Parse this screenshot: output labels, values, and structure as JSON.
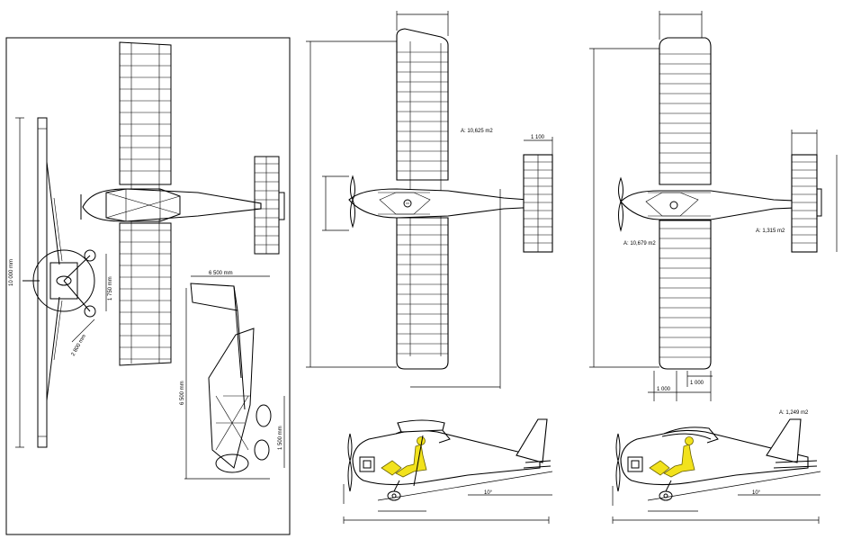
{
  "drawing_set": {
    "three_view": {
      "dims": [
        "10 000 mm",
        "1 750 mm",
        "2 800 mm",
        "6 500 mm",
        "1 500 mm"
      ]
    },
    "planform_a": {
      "wing_area": "A: 10,625 m2",
      "tail_dim": "1 100"
    },
    "planform_b": {
      "wing_area": "A: 10,679 m2",
      "tail_area": "A: 1,315 m2",
      "dim_left": "1 000",
      "dim_right": "1 000"
    },
    "side_a": {
      "angle": "10°"
    },
    "side_b": {
      "area": "A: 1,249 m2",
      "angle": "10°"
    },
    "colors": {
      "pilot": "#f2e21c",
      "line": "#000000"
    }
  }
}
